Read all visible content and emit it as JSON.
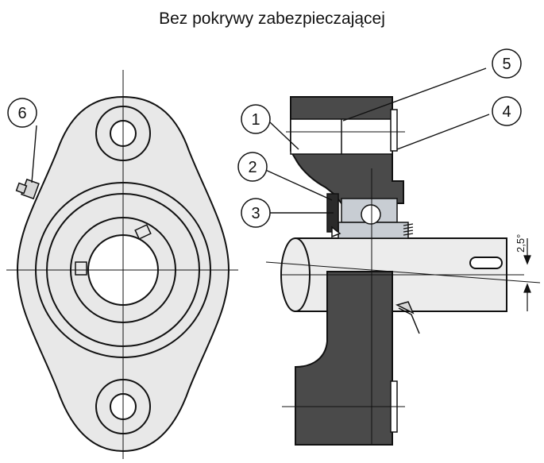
{
  "title": "Bez pokrywy zabezpieczającej",
  "callouts": [
    {
      "label": "1"
    },
    {
      "label": "2"
    },
    {
      "label": "3"
    },
    {
      "label": "4"
    },
    {
      "label": "5"
    },
    {
      "label": "6"
    }
  ],
  "dimension": {
    "angle_label": "2,5°"
  },
  "colors": {
    "housing_dark": "#4a4a4a",
    "housing_light": "#e8e8e8",
    "shaft": "#ececec",
    "bearing": "#c8cdd3"
  }
}
